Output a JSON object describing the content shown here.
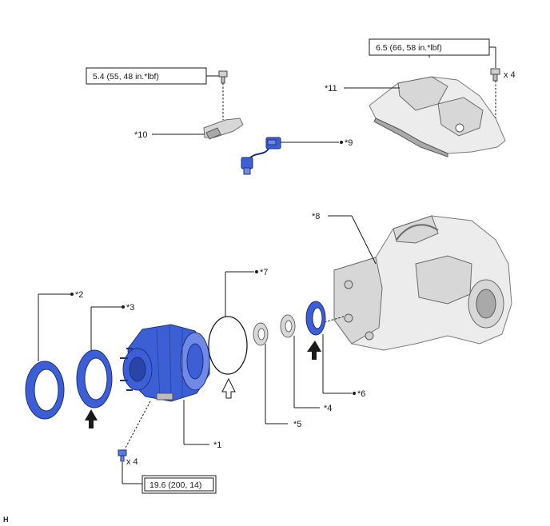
{
  "torque_specs": {
    "t1": "5.4 (55, 48 in.*lbf)",
    "t2": "6.5 (66, 58 in.*lbf)",
    "t3": "19.6 (200, 14)"
  },
  "quantities": {
    "q1": "x 4",
    "q2": "x 4"
  },
  "labels": {
    "p1": "*1",
    "p2": "*2",
    "p3": "*3",
    "p4": "*4",
    "p5": "*5",
    "p6": "*6",
    "p7": "*7",
    "p8": "*8",
    "p9": "*9",
    "p10": "*10",
    "p11": "*11"
  },
  "figure_code": "H"
}
